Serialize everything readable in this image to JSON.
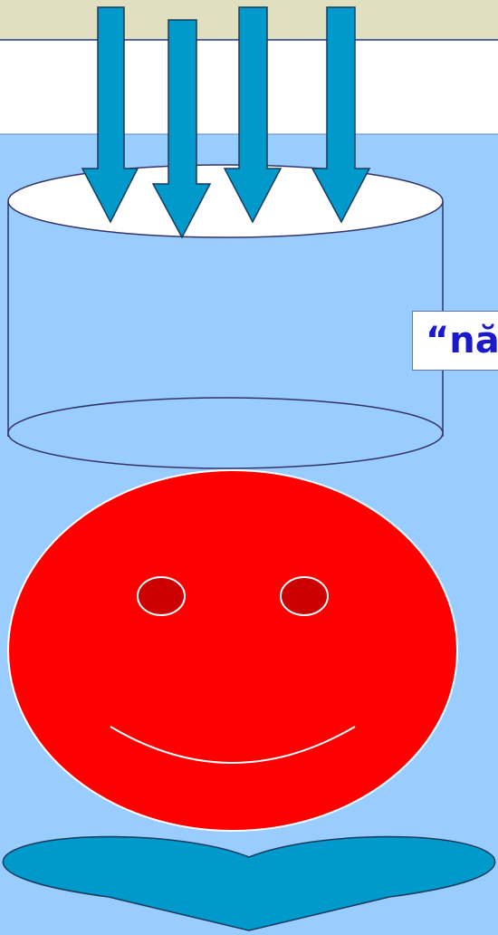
{
  "colors": {
    "background": "#99ccff",
    "top_band": "#e0e0c0",
    "white_band": "#ffffff",
    "arrow_fill": "#0099cc",
    "arrow_stroke": "#1a3a5c",
    "cylinder_body": "#99ccff",
    "cylinder_outline": "#333366",
    "face_fill": "#ff0000",
    "eye_fill": "#cc0000",
    "face_outline": "#ffffff",
    "heart_fill": "#0099cc",
    "label_text": "#1a1acc"
  },
  "arrows": {
    "count": 4,
    "direction": "down",
    "icon": "arrow-down-icon"
  },
  "label": {
    "text": "“nă"
  },
  "face": {
    "expression": "smile"
  }
}
